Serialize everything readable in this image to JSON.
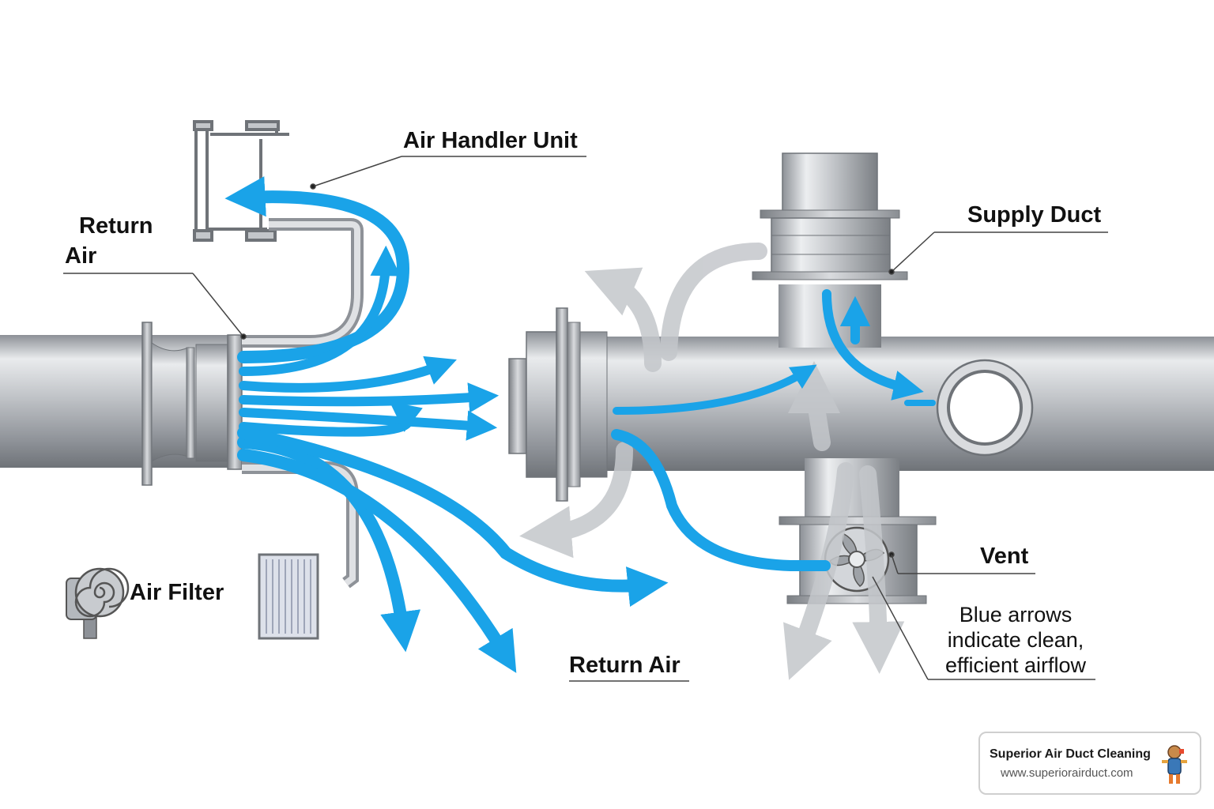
{
  "labels": {
    "air_handler_unit": "Air Handler Unit",
    "return_air_top_line1": "Return",
    "return_air_top_line2": "Air",
    "supply_duct": "Supply Duct",
    "vent": "Vent",
    "air_filter": "Air Filter",
    "return_air_bottom": "Return Air",
    "note_line1": "Blue arrows",
    "note_line2": "indicate clean,",
    "note_line3": "efficient airflow"
  },
  "badge": {
    "title": "Superior Air Duct Cleaning",
    "url": "www.superiorairduct.com"
  },
  "colors": {
    "clean_airflow": "#1aa3e8",
    "other_airflow": "#c4c7cb",
    "duct_metal": "#a9adb2"
  }
}
